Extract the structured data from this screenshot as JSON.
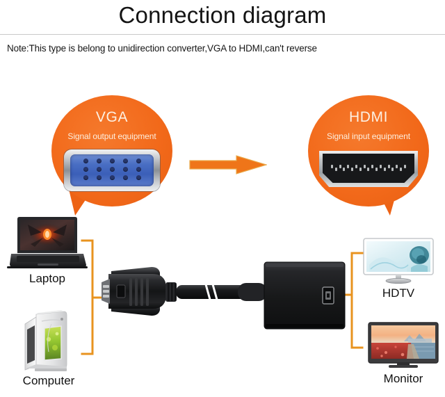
{
  "header": {
    "title": "Connection diagram",
    "note": "Note:This type is belong to unidirection converter,VGA to HDMI,can't reverse"
  },
  "callouts": [
    {
      "id": "vga",
      "title": "VGA",
      "subtitle": "Signal output equipment",
      "port_icon": "vga-port-icon",
      "bubble_color": "#f2691a",
      "text_color": "#fdf0e2"
    },
    {
      "id": "hdmi",
      "title": "HDMI",
      "subtitle": "Signal input equipment",
      "port_icon": "hdmi-port-icon",
      "bubble_color": "#f2691a",
      "text_color": "#fdf0e2"
    }
  ],
  "arrow": {
    "icon": "right-arrow-icon",
    "direction": "right",
    "color": "#ef7519",
    "meaning": "VGA to HDMI signal direction"
  },
  "sources": [
    {
      "id": "laptop",
      "label": "Laptop",
      "icon": "laptop-icon"
    },
    {
      "id": "computer",
      "label": "Computer",
      "icon": "desktop-tower-icon"
    }
  ],
  "destinations": [
    {
      "id": "hdtv",
      "label": "HDTV",
      "icon": "hdtv-monitor-icon"
    },
    {
      "id": "monitor",
      "label": "Monitor",
      "icon": "monitor-icon"
    }
  ],
  "adapter": {
    "id": "vga-to-hdmi-adapter",
    "input_icon": "vga-male-connector-icon",
    "cable_icon": "cable-icon",
    "body_icon": "adapter-body-icon",
    "output_icon": "hdmi-female-port-icon",
    "color": "#1b1b1d"
  },
  "brackets": {
    "left_icon": "left-bracket-icon",
    "right_icon": "right-bracket-icon",
    "color": "#e8931f"
  }
}
